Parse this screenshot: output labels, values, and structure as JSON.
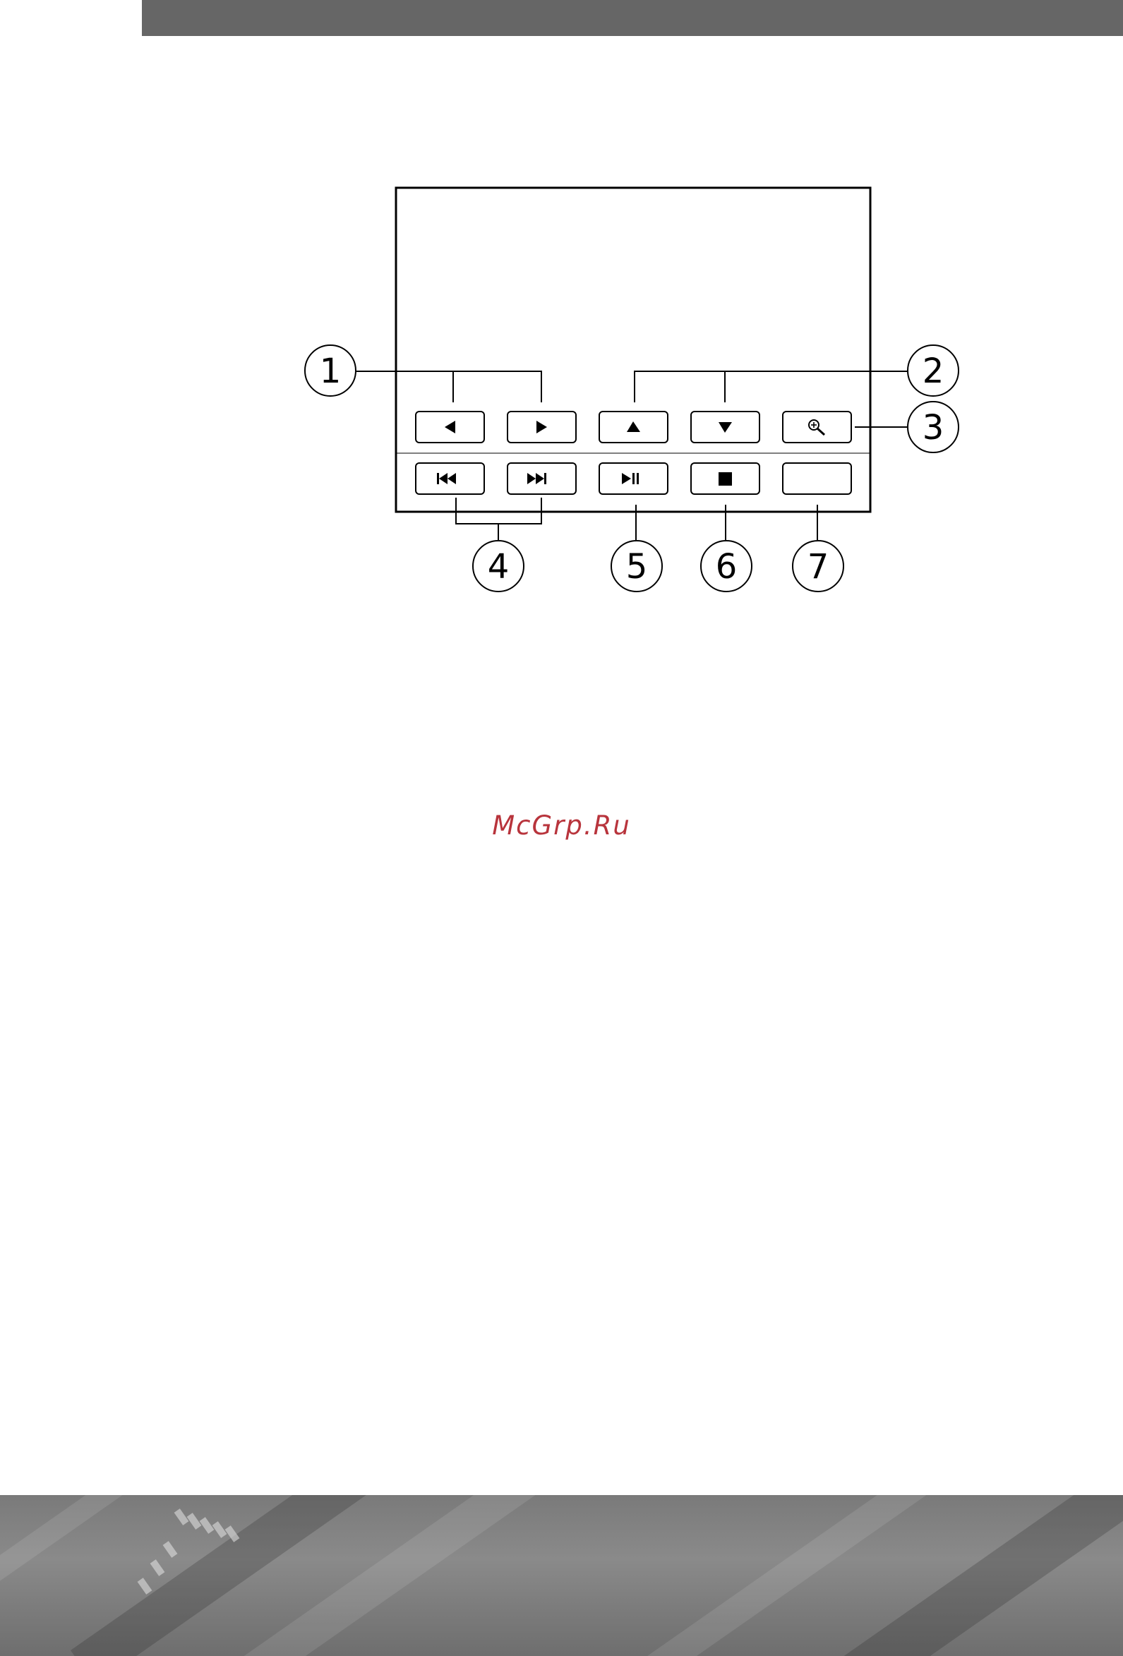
{
  "callouts": [
    "1",
    "2",
    "3",
    "4",
    "5",
    "6",
    "7"
  ],
  "buttons": {
    "row1": [
      {
        "name": "left-button",
        "icon": "left-arrow-icon"
      },
      {
        "name": "right-button",
        "icon": "right-arrow-icon"
      },
      {
        "name": "up-button",
        "icon": "up-arrow-icon"
      },
      {
        "name": "down-button",
        "icon": "down-arrow-icon"
      },
      {
        "name": "zoom-button",
        "icon": "zoom-in-icon"
      }
    ],
    "row2": [
      {
        "name": "previous-track-button",
        "icon": "skip-back-icon"
      },
      {
        "name": "next-track-button",
        "icon": "skip-forward-icon"
      },
      {
        "name": "play-pause-button",
        "icon": "play-pause-icon"
      },
      {
        "name": "stop-button",
        "icon": "stop-icon"
      },
      {
        "name": "blank-button",
        "icon": ""
      }
    ]
  },
  "watermark": "McGrp.Ru"
}
